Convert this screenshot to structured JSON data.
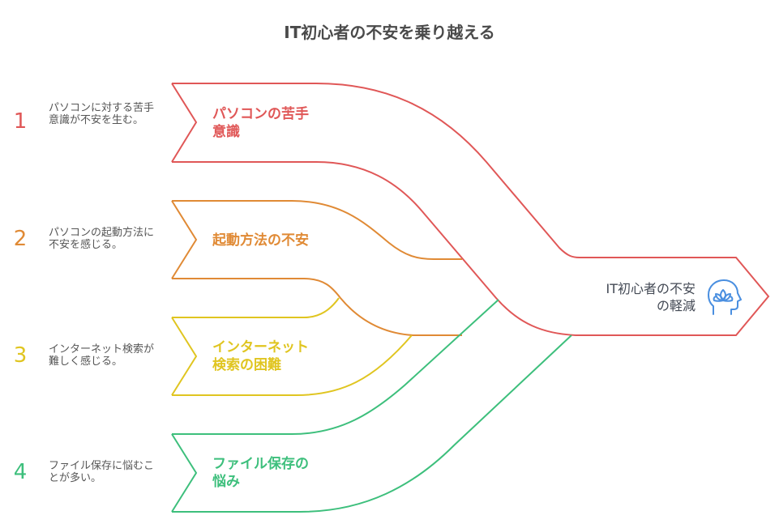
{
  "title": "IT初心者の不安を乗り越える",
  "steps": [
    {
      "number": "1",
      "label_line1": "パソコンの苦手",
      "label_line2": "意識",
      "description": "パソコンに対する苦手意識が不安を生む。",
      "color": "#e05757"
    },
    {
      "number": "2",
      "label_line1": "起動方法の不安",
      "label_line2": "",
      "description": "パソコンの起動方法に不安を感じる。",
      "color": "#e08a35"
    },
    {
      "number": "3",
      "label_line1": "インターネット",
      "label_line2": "検索の困難",
      "description": "インターネット検索が難しく感じる。",
      "color": "#e0c520"
    },
    {
      "number": "4",
      "label_line1": "ファイル保存の",
      "label_line2": "悩み",
      "description": "ファイル保存に悩むことが多い。",
      "color": "#3dbf7c"
    }
  ],
  "outcome": {
    "line1": "IT初心者の不安",
    "line2": "の軽減",
    "icon": "mind-lotus-icon",
    "icon_color": "#4a8fe0",
    "border_color": "#e05757"
  }
}
